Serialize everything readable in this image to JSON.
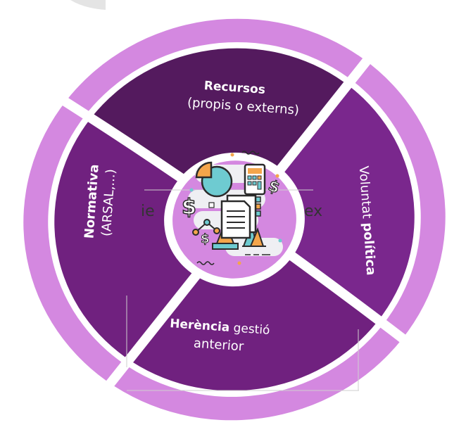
{
  "diagram": {
    "title": "",
    "colors": {
      "outer_ring": "#D488E0",
      "segment_top": "#541A5E",
      "segment_other": "#70217F",
      "segment_right": "#7A278D",
      "center": "#D488E0",
      "gap": "#FFFFFF"
    },
    "center": {
      "icon": "finance-report-icon",
      "ghost_text_left": "ie",
      "ghost_text_right": "ex"
    },
    "segments": [
      {
        "id": "recursos",
        "bold": "Recursos",
        "regular": "(propis o externs)",
        "position": "top"
      },
      {
        "id": "voluntat",
        "regular": "Voluntat ",
        "bold": "política",
        "position": "right"
      },
      {
        "id": "herencia",
        "bold": "Herència",
        "regular": " gestió",
        "line2": "anterior",
        "position": "bottom"
      },
      {
        "id": "normativa",
        "bold": "Normativa",
        "line2": "(ARSAL,...)",
        "position": "left"
      }
    ]
  }
}
